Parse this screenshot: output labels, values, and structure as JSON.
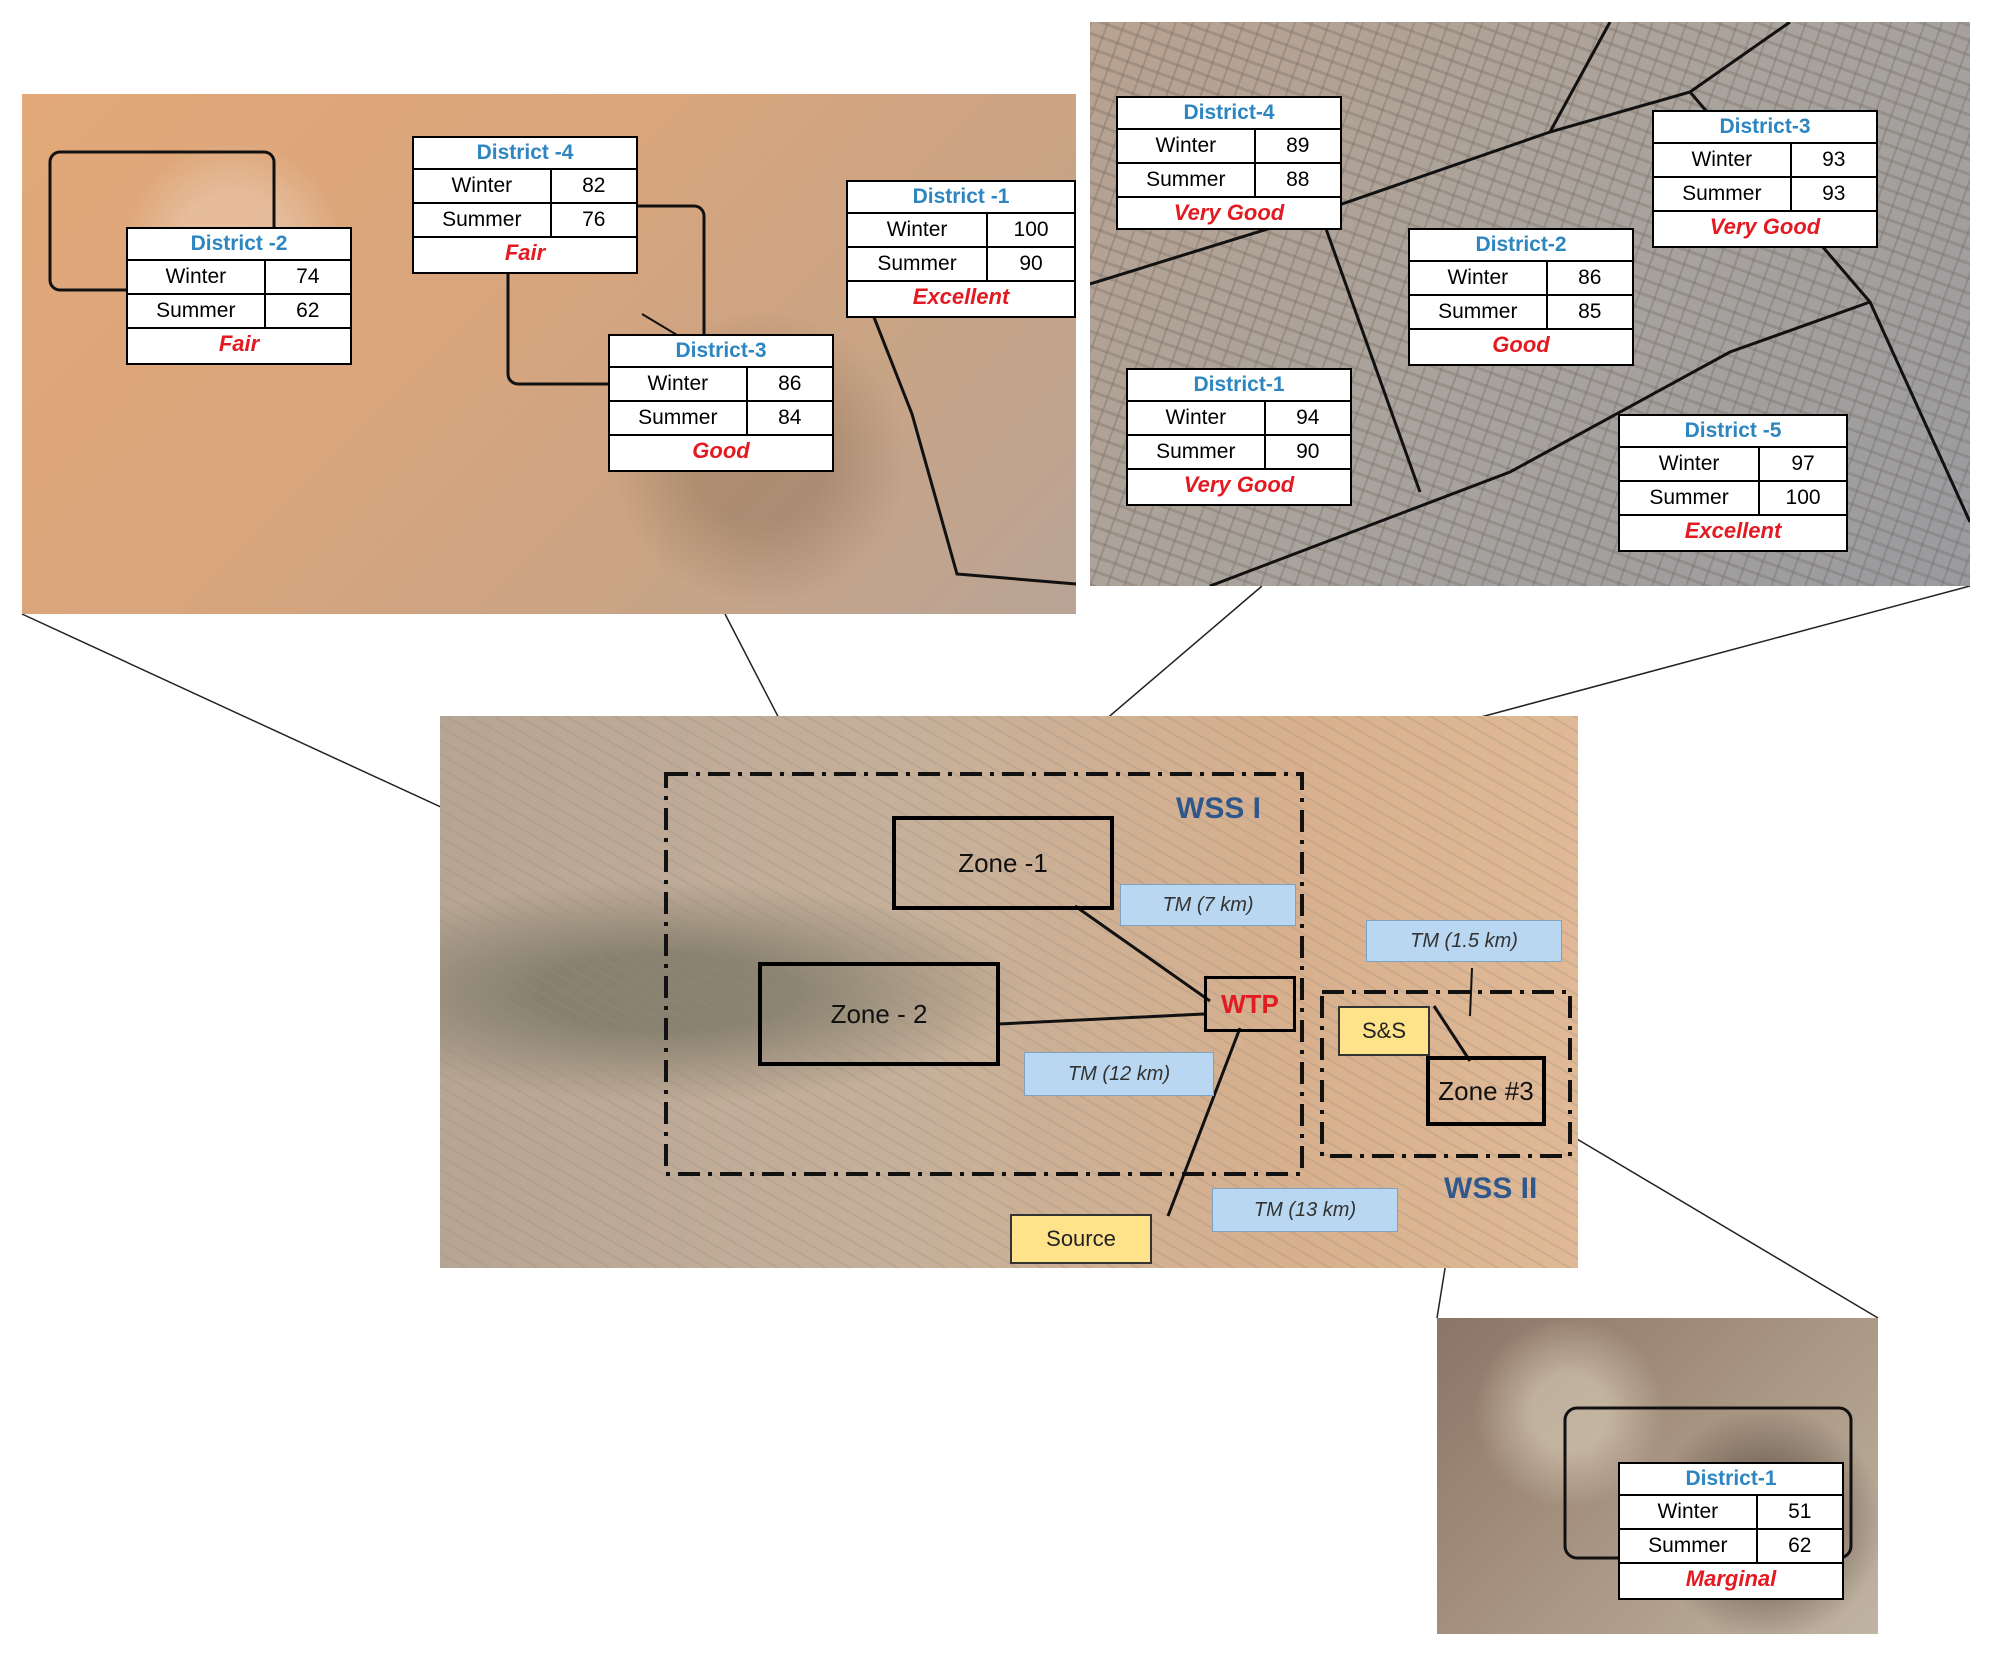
{
  "center": {
    "wss_1": "WSS I",
    "wss_2": "WSS II",
    "zone_1": "Zone -1",
    "zone_2": "Zone - 2",
    "zone_3": "Zone #3",
    "wtp": "WTP",
    "ss": "S&S",
    "source": "Source",
    "tm_7": "TM (7 km)",
    "tm_1_5": "TM (1.5 km)",
    "tm_12": "TM (12 km)",
    "tm_13": "TM (13 km)"
  },
  "zone2_districts": [
    {
      "name": "District -2",
      "winter_label": "Winter",
      "winter": "74",
      "summer_label": "Summer",
      "summer": "62",
      "rating": "Fair"
    },
    {
      "name": "District -4",
      "winter_label": "Winter",
      "winter": "82",
      "summer_label": "Summer",
      "summer": "76",
      "rating": "Fair"
    },
    {
      "name": "District -1",
      "winter_label": "Winter",
      "winter": "100",
      "summer_label": "Summer",
      "summer": "90",
      "rating": "Excellent"
    },
    {
      "name": "District-3",
      "winter_label": "Winter",
      "winter": "86",
      "summer_label": "Summer",
      "summer": "84",
      "rating": "Good"
    }
  ],
  "zone1_districts": [
    {
      "name": "District-4",
      "winter_label": "Winter",
      "winter": "89",
      "summer_label": "Summer",
      "summer": "88",
      "rating": "Very Good"
    },
    {
      "name": "District-3",
      "winter_label": "Winter",
      "winter": "93",
      "summer_label": "Summer",
      "summer": "93",
      "rating": "Very Good"
    },
    {
      "name": "District-2",
      "winter_label": "Winter",
      "winter": "86",
      "summer_label": "Summer",
      "summer": "85",
      "rating": "Good"
    },
    {
      "name": "District-1",
      "winter_label": "Winter",
      "winter": "94",
      "summer_label": "Summer",
      "summer": "90",
      "rating": "Very Good"
    },
    {
      "name": "District -5",
      "winter_label": "Winter",
      "winter": "97",
      "summer_label": "Summer",
      "summer": "100",
      "rating": "Excellent"
    }
  ],
  "zone3_districts": [
    {
      "name": "District-1",
      "winter_label": "Winter",
      "winter": "51",
      "summer_label": "Summer",
      "summer": "62",
      "rating": "Marginal"
    }
  ]
}
